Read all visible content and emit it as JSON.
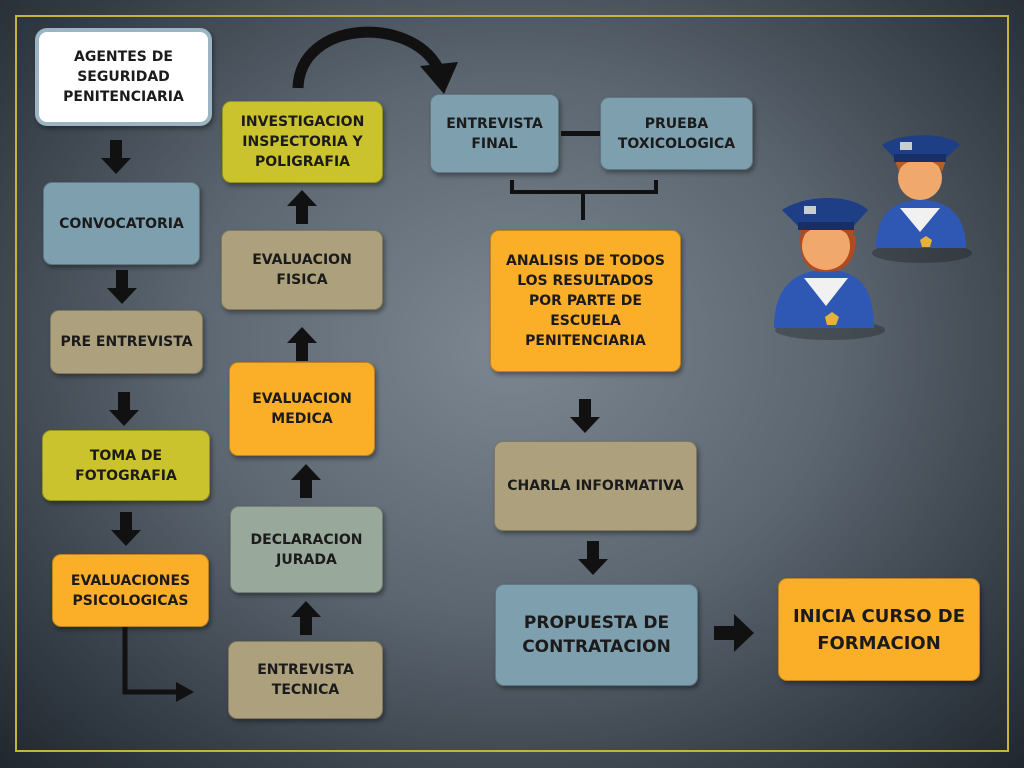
{
  "boxes": {
    "agentes": "AGENTES DE\nSEGURIDAD\nPENITENCIARIA",
    "convocatoria": "CONVOCATORIA",
    "pre_entrevista": "PRE ENTREVISTA",
    "toma_fotografia": "TOMA DE\nFOTOGRAFIA",
    "evaluaciones_psicologicas": "EVALUACIONES\nPSICOLOGICAS",
    "entrevista_tecnica": "ENTREVISTA\nTECNICA",
    "declaracion_jurada": "DECLARACION\nJURADA",
    "evaluacion_medica": "EVALUACION\nMEDICA",
    "evaluacion_fisica": "EVALUACION\nFISICA",
    "investigacion": "INVESTIGACION\nINSPECTORIA Y\nPOLIGRAFIA",
    "entrevista_final": "ENTREVISTA\nFINAL",
    "prueba_toxicologica": "PRUEBA\nTOXICOLOGICA",
    "analisis": "ANALISIS DE TODOS\nLOS RESULTADOS\nPOR PARTE DE\nESCUELA\nPENITENCIARIA",
    "charla_informativa": "CHARLA INFORMATIVA",
    "propuesta_contratacion": "PROPUESTA DE\nCONTRATACION",
    "inicia_curso": "INICIA CURSO DE\nFORMACION"
  },
  "colors": {
    "blue": "#7e9fae",
    "olive": "#aca17c",
    "yellow": "#cbc32e",
    "orange": "#fbae27",
    "frame": "#c9b23a"
  },
  "icons": [
    "police-officer-female-icon",
    "police-officer-male-icon"
  ]
}
